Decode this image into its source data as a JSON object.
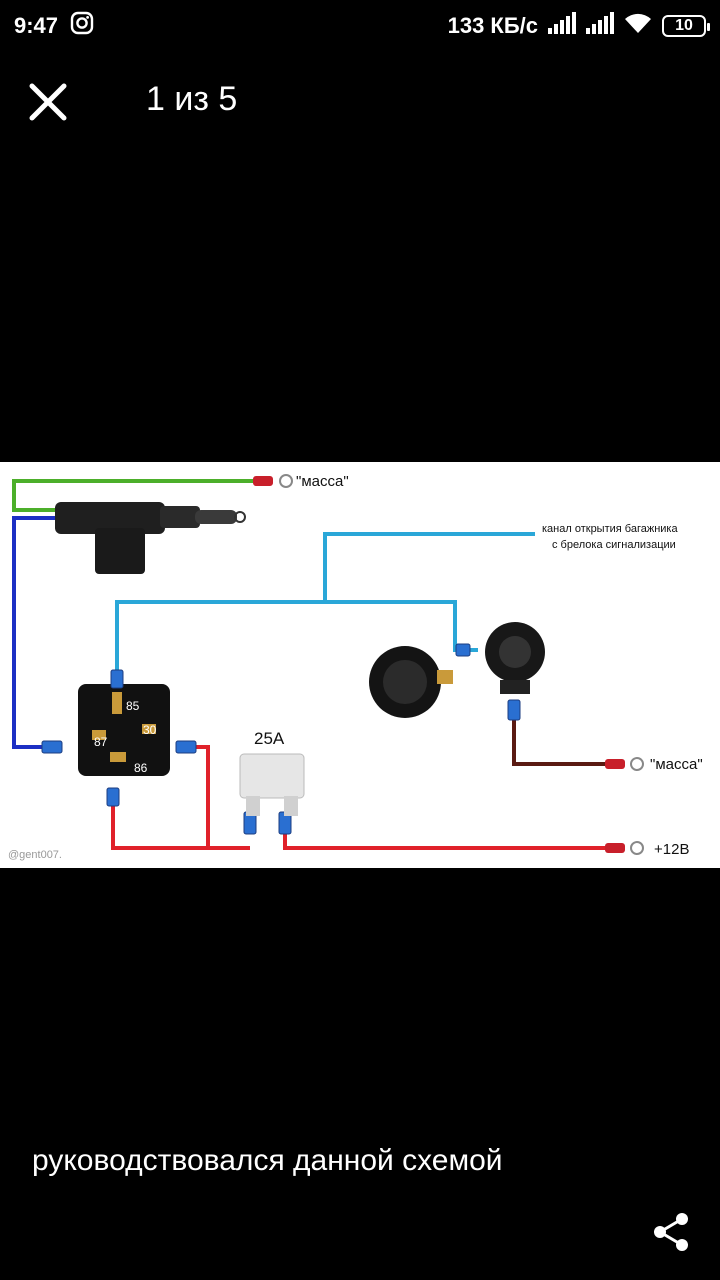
{
  "status_bar": {
    "time": "9:47",
    "speed": "133 КБ/с",
    "battery": "10",
    "icons": [
      "instagram-icon",
      "signal-icon",
      "signal-icon",
      "wifi-icon",
      "battery-icon"
    ]
  },
  "viewer": {
    "counter": "1 из 5",
    "close_icon": "close-icon",
    "share_icon": "share-icon"
  },
  "diagram": {
    "label_massa_top": "\"масса\"",
    "label_massa_right": "\"масса\"",
    "label_plus12": "+12В",
    "label_channel_line1": "канал открытия багажника",
    "label_channel_line2": "с брелока сигнализации",
    "fuse_label": "25А",
    "relay_pin_85": "85",
    "relay_pin_30": "30",
    "relay_pin_87": "87",
    "relay_pin_86": "86",
    "watermark": "@gent007.",
    "colors": {
      "green": "#4caf2a",
      "blue": "#1c2fc4",
      "light_blue": "#2aa7d8",
      "red": "#e0212a",
      "brown": "#5a1a12"
    }
  },
  "caption": "руководствовался данной схемой"
}
